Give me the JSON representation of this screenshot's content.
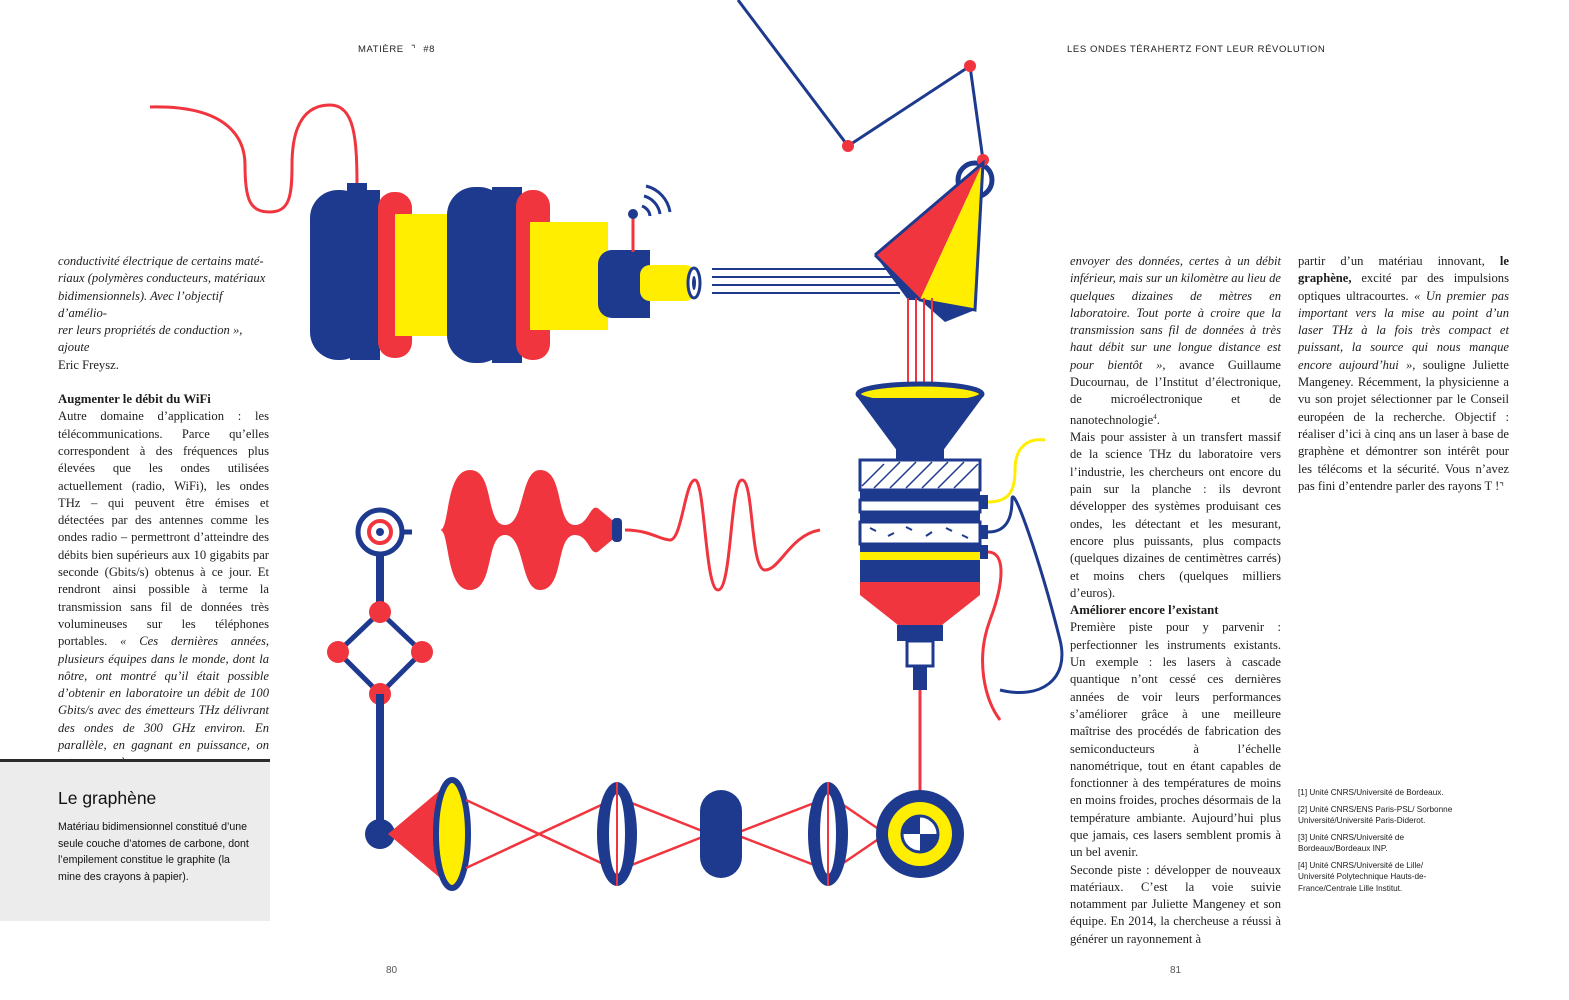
{
  "header": {
    "section": "MATIÈRE",
    "section_mark": "⌝",
    "issue": "#8",
    "title": "LES ONDES TÉRAHERTZ FONT LEUR RÉVOLUTION"
  },
  "pages": {
    "left": "80",
    "right": "81"
  },
  "col1": {
    "p1_lines": [
      "conductivité électrique de certains maté-",
      "riaux (polymères conducteurs, matériaux",
      "bidimensionnels). Avec l’objectif d’amélio-",
      "rer leurs propriétés de conduction », ajoute"
    ],
    "p1_author": "Eric Freysz.",
    "heading": "Augmenter le débit du WiFi",
    "p2": "Autre domaine d’application : les télécommunications. Parce qu’elles correspondent à des fréquences plus élevées que les ondes utilisées actuellement (radio, WiFi), les ondes THz – qui peuvent être émises et détectées par des antennes comme les ondes radio – permettront d’atteindre des débits bien supérieurs aux 10 gigabits par seconde (Gbits/s) obtenus à ce jour. Et rendront ainsi possible à terme la transmission sans fil de données très volumineuses sur les téléphones portables.",
    "p2_quote": "« Ces dernières années, plusieurs équipes dans le monde, dont la nôtre, ont montré qu’il était possible d’obtenir en laboratoire un débit de 100 Gbits/s avec des émetteurs THz délivrant des ondes de 300 GHz environ. En parallèle, en gagnant en puissance, on est parvenu à"
  },
  "box": {
    "title": "Le graphène",
    "text": "Matériau bidimensionnel constitué d’une seule couche d’atomes de carbone, dont l’empilement constitue le graphite (la mine des crayons à papier)."
  },
  "col2": {
    "p1_quote": "envoyer des données, certes à un débit inférieur, mais sur un kilomètre au lieu de quelques dizaines de mètres en laboratoire. Tout porte à croire que la transmission sans fil de données à très haut débit sur une longue distance est pour bientôt »",
    "p1_rest": ", avance Guillaume Ducournau, de l’Institut d’électronique, de microélectronique et de nanotechnologie",
    "p1_sup": "4",
    "p1_end": ".",
    "p2": "Mais pour assister à un transfert massif de la science THz du laboratoire vers l’industrie, les chercheurs ont encore du pain sur la planche : ils devront développer des systèmes produisant ces ondes, les détectant et les mesurant, encore plus puissants, plus compacts (quelques dizaines de centimètres carrés) et moins chers (quelques milliers d’euros).",
    "heading": "Améliorer encore l’existant",
    "p3": "Première piste pour y parvenir : perfectionner les instruments existants. Un exemple : les lasers à cascade quantique n’ont cessé ces dernières années de voir leurs performances s’améliorer grâce à une meilleure maîtrise des procédés de fabrication des semiconducteurs à l’échelle nanométrique, tout en étant capables de fonctionner à des températures de moins en moins froides, proches désormais de la température ambiante. Aujourd’hui plus que jamais, ces lasers semblent promis à un bel avenir.",
    "p4": "Seconde piste : développer de nouveaux matériaux. C’est la voie suivie notamment par Juliette Mangeney et son équipe. En 2014, la chercheuse a réussi à générer un rayonnement à"
  },
  "col3": {
    "p1_start": "partir d’un matériau innovant, ",
    "p1_bold": "le graphène,",
    "p1_mid": " excité par des impulsions optiques ultracourtes. ",
    "p1_quote": "« Un premier pas important vers la mise au point d’un laser THz à la fois très compact et puissant, la source qui nous manque encore aujourd’hui »",
    "p1_rest": ", souligne Juliette Mangeney. Récemment, la physicienne a vu son projet sélectionner par le Conseil européen de la recherche. Objectif : réaliser d’ici à cinq ans un laser à base de graphène et démontrer son intérêt pour les télécoms et la sécurité. Vous n’avez pas fini d’entendre parler des rayons T !",
    "end_mark": "⌝"
  },
  "notes": [
    "[1] Unité CNRS/Université de Bordeaux.",
    "[2] Unité CNRS/ENS Paris-PSL/ Sorbonne Université/Université Paris-Diderot.",
    "[3] Unité CNRS/Université de Bordeaux/Bordeaux INP.",
    "[4] Unité CNRS/Université de Lille/ Université Polytechnique Hauts-de-France/Centrale Lille Institut."
  ],
  "colors": {
    "blue": "#1d3a8f",
    "red": "#f0353f",
    "yellow": "#ffee00",
    "ink": "#1d1d1b"
  }
}
